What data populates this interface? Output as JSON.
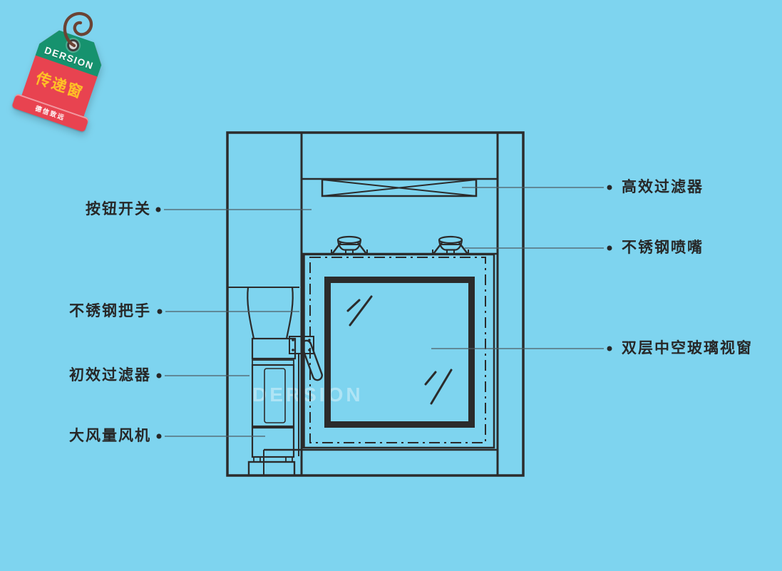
{
  "colors": {
    "background": "#7ed4ef",
    "line": "#2b2b2b",
    "label_text": "#272727",
    "leader_line": "#4e5c63",
    "tag_green": "#16926e",
    "tag_red": "#e84350",
    "tag_title_yellow": "#ffc425",
    "rope_brown": "#6b4334",
    "watermark": "rgba(255,255,255,0.38)"
  },
  "tag": {
    "brand": "DERSION",
    "product": "传递窗",
    "footer": "德信致远"
  },
  "watermark_text": "DERSION",
  "diagram": {
    "labels_left": [
      {
        "text": "按钮开关"
      },
      {
        "text": "不锈钢把手"
      },
      {
        "text": "初效过滤器"
      },
      {
        "text": "大风量风机"
      }
    ],
    "labels_right": [
      {
        "text": "高效过滤器"
      },
      {
        "text": "不锈钢喷嘴"
      },
      {
        "text": "双层中空玻璃视窗"
      }
    ]
  }
}
